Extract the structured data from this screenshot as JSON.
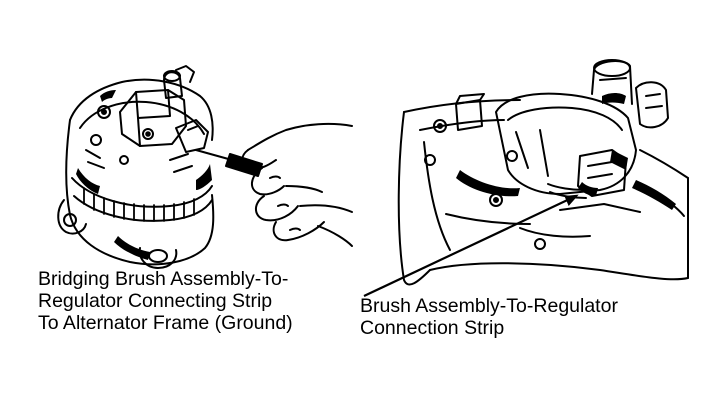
{
  "captions": {
    "left": {
      "lines": [
        "Bridging Brush Assembly-To-",
        "Regulator Connecting Strip",
        "To Alternator Frame (Ground)"
      ]
    },
    "right": {
      "lines": [
        "Brush Assembly-To-Regulator",
        "Connection Strip"
      ]
    }
  },
  "colors": {
    "ink": "#000000",
    "paper": "#ffffff"
  }
}
